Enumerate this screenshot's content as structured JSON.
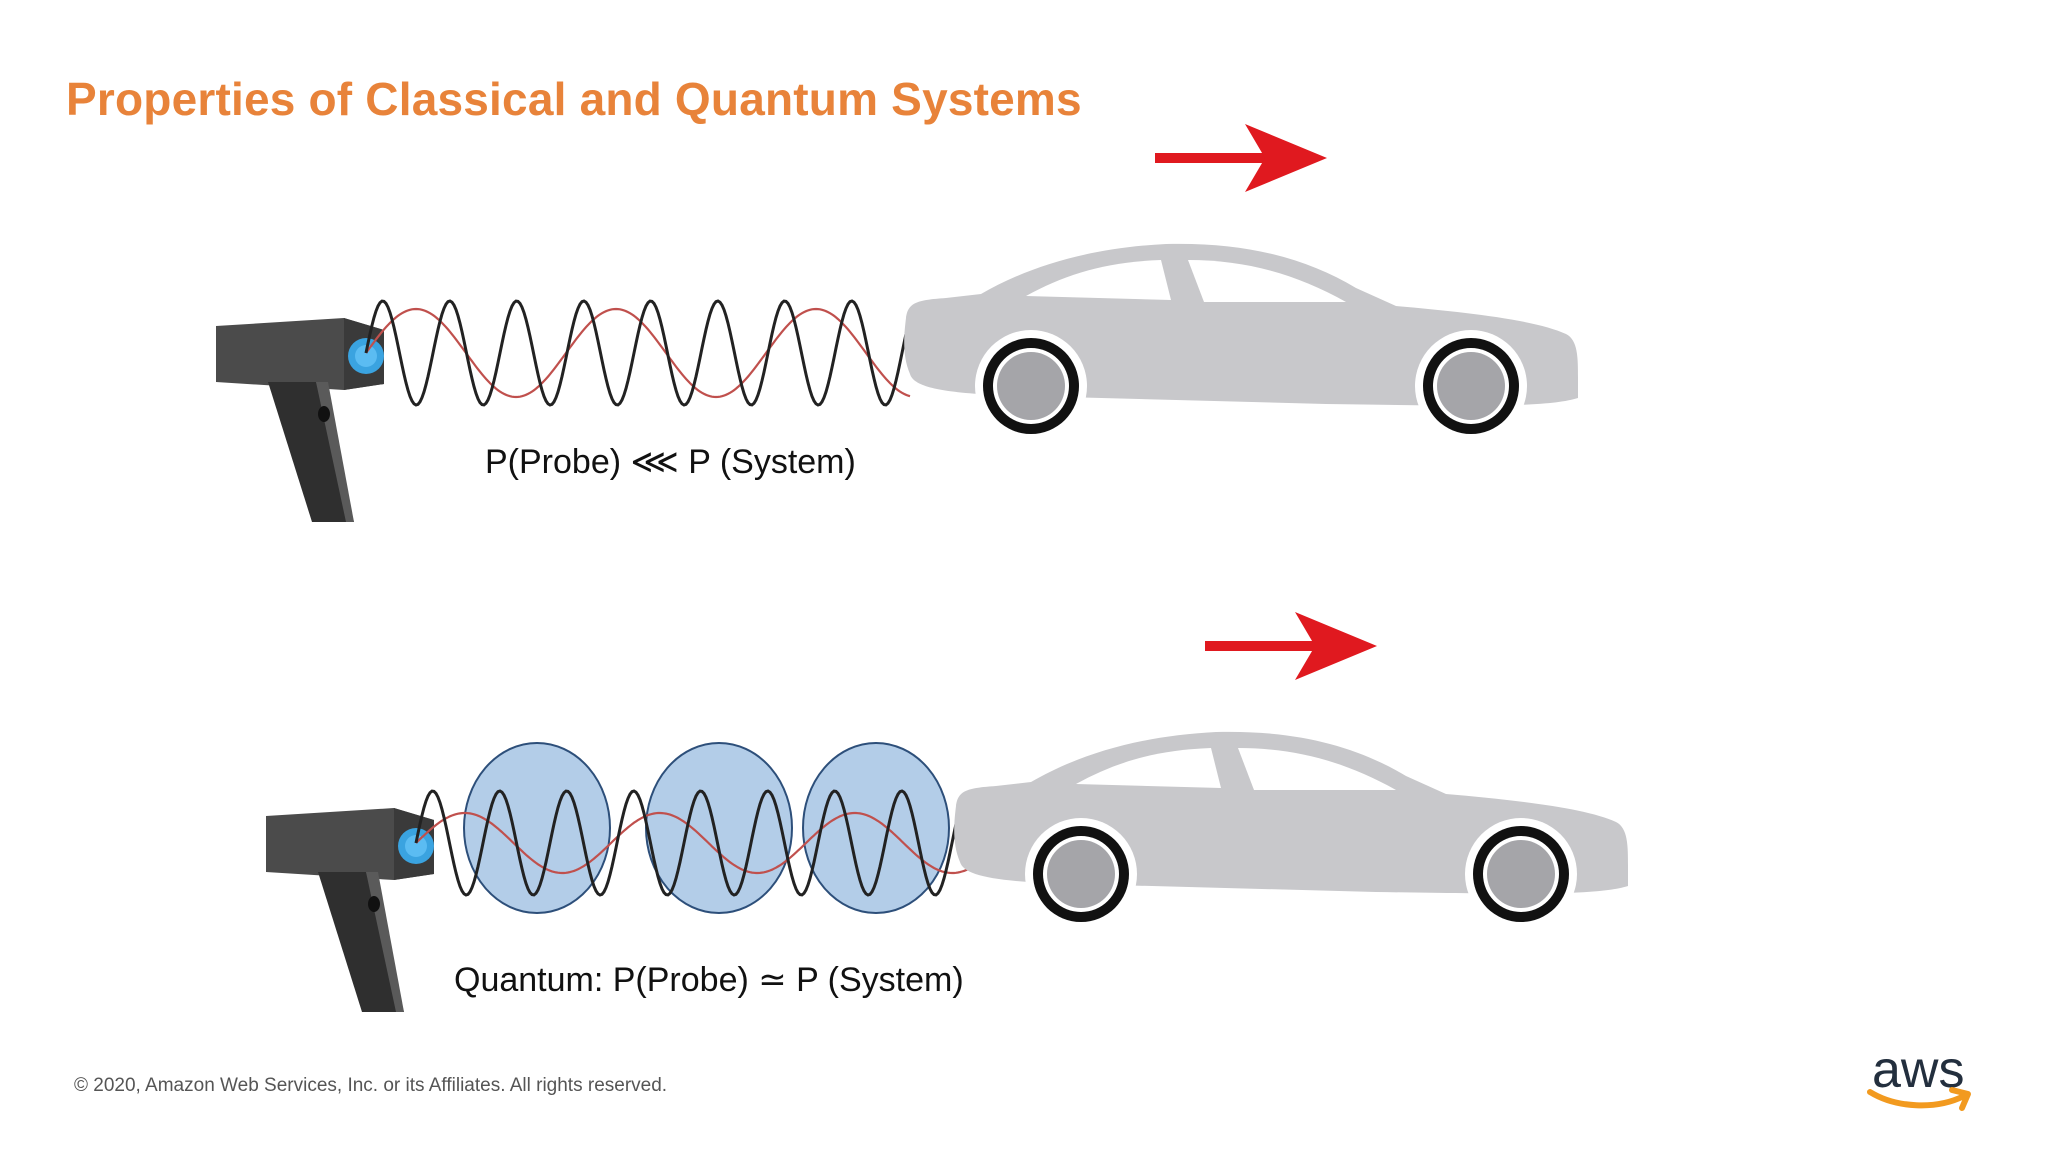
{
  "slide": {
    "title": "Properties of Classical and Quantum Systems"
  },
  "diagram": {
    "classical": {
      "caption": "P(Probe) ⋘ P (System)",
      "icons": [
        "probe-gun-icon",
        "car-icon",
        "red-arrow-icon"
      ]
    },
    "quantum": {
      "caption": "Quantum: P(Probe)  ≃ P (System)",
      "icons": [
        "probe-gun-icon",
        "car-icon",
        "red-arrow-icon"
      ],
      "wave_packet_count": 3
    },
    "colors": {
      "car": "#c8c8cb",
      "arrow": "#e0191f",
      "probe_body": "#4a4a4a",
      "probe_lens": "#3aa3e0",
      "wave_primary": "#222222",
      "wave_secondary": "#c0504d",
      "packet_fill": "#b3cde8",
      "packet_stroke": "#2d4f7a"
    }
  },
  "footer": {
    "copyright": "© 2020, Amazon Web Services, Inc. or its Affiliates. All rights reserved."
  },
  "brand": {
    "logo_text": "aws",
    "title_color": "#e8833a",
    "smile_color": "#f29a1f"
  }
}
